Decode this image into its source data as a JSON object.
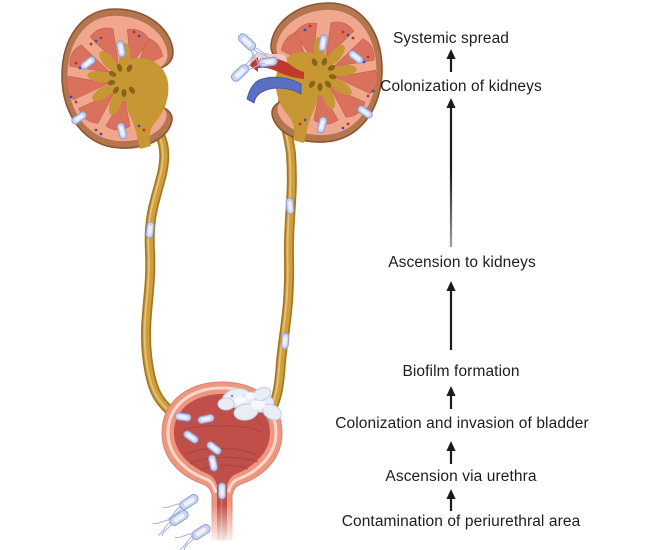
{
  "stages_top_down": [
    {
      "label": "Systemic spread"
    },
    {
      "label": "Colonization of kidneys"
    },
    {
      "label": "Ascension to kidneys"
    },
    {
      "label": "Biofilm formation"
    },
    {
      "label": "Colonization and invasion of bladder"
    },
    {
      "label": "Ascension via urethra"
    },
    {
      "label": "Contamination of periurethral area"
    }
  ],
  "colors": {
    "text": "#1d1d1d",
    "arrow": "#1b1b1b",
    "kidney_capsule": "#b3764e",
    "kidney_cortex": "#f0a78d",
    "kidney_pyramid": "#d9715d",
    "renal_pelvis": "#c69733",
    "ureter": "#cf9d3a",
    "ureter_edge": "#a7761f",
    "bladder_wall": "#ef967f",
    "bladder_rim": "#fbd8ce",
    "bladder_lumen": "#bf4f48",
    "biofilm": "#e9edf6",
    "bacterium": "#cbd4f0",
    "artery": "#c0392b",
    "vein": "#5a6fc0",
    "background": "#ffffff"
  }
}
